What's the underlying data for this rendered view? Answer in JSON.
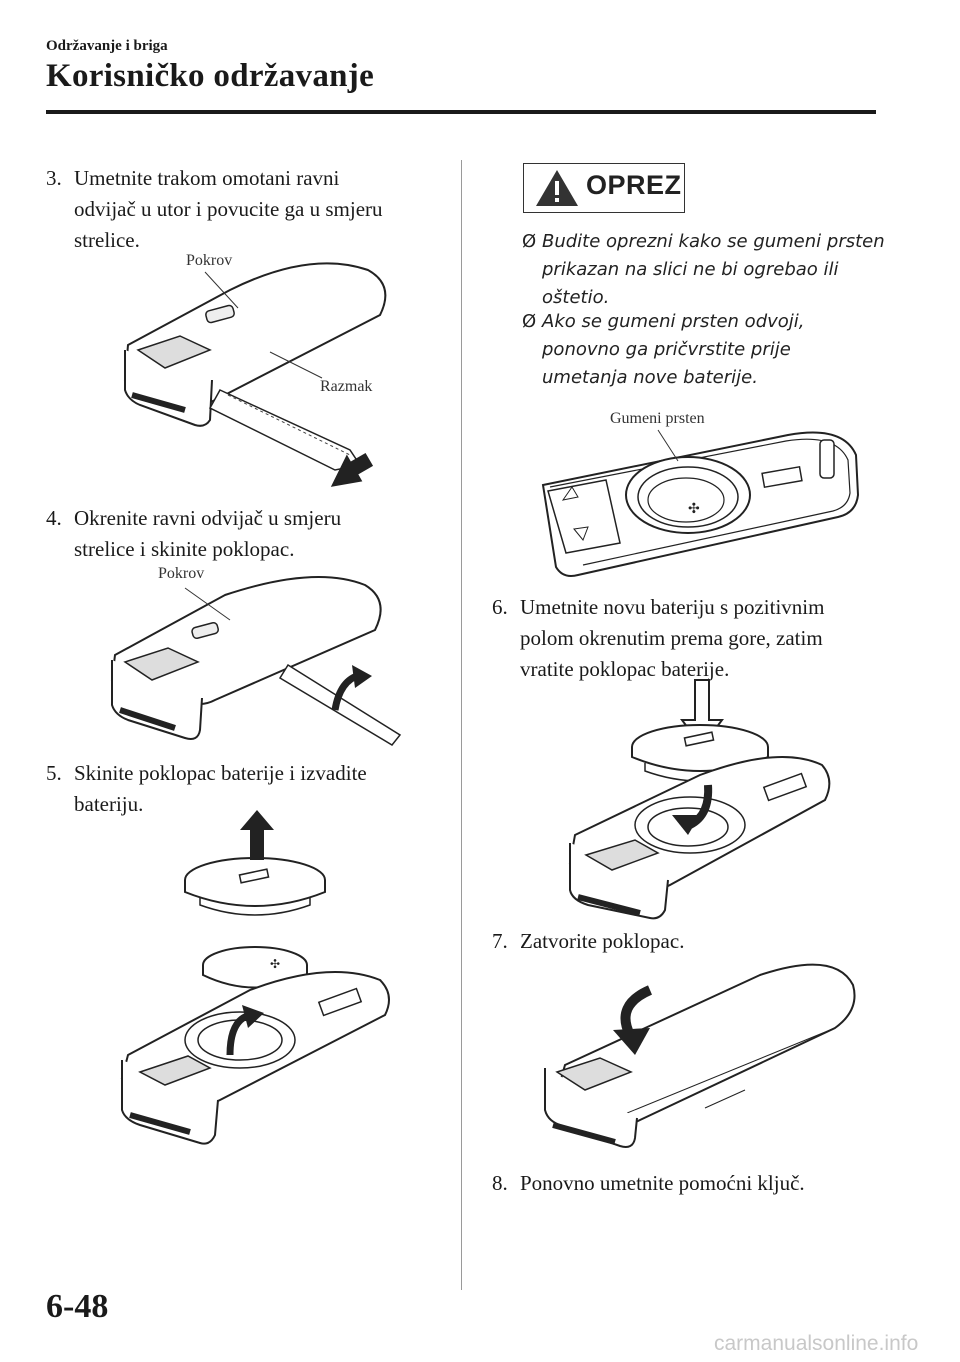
{
  "header": {
    "section": "Održavanje i briga",
    "title": "Korisničko održavanje"
  },
  "steps": [
    {
      "num": "3.",
      "lines": [
        "Umetnite trakom omotani ravni",
        "odvijač u utor i povucite ga u smjeru",
        "strelice."
      ]
    },
    {
      "num": "4.",
      "lines": [
        "Okrenite ravni odvijač u smjeru",
        "strelice i skinite poklopac."
      ]
    },
    {
      "num": "5.",
      "lines": [
        "Skinite poklopac baterije i izvadite",
        "bateriju."
      ]
    },
    {
      "num": "6.",
      "lines": [
        "Umetnite novu bateriju s pozitivnim",
        "polom okrenutim prema gore, zatim",
        "vratite poklopac baterije."
      ]
    },
    {
      "num": "7.",
      "lines": [
        "Zatvorite poklopac."
      ]
    },
    {
      "num": "8.",
      "lines": [
        "Ponovno umetnite pomoćni ključ."
      ]
    }
  ],
  "figures": {
    "fig1": {
      "label_cover": "Pokrov",
      "label_gap": "Razmak"
    },
    "fig2": {
      "label_cover": "Pokrov"
    },
    "fig_ring": {
      "label_ring": "Gumeni prsten"
    }
  },
  "caution": {
    "title": "OPREZ",
    "items": [
      {
        "bullet": "Ø",
        "lines": [
          "Budite oprezni kako se gumeni prsten",
          "prikazan na slici ne bi ogrebao ili",
          "oštetio."
        ]
      },
      {
        "bullet": "Ø",
        "lines": [
          "Ako se gumeni prsten odvoji,",
          "ponovno ga pričvrstite prije",
          "umetanja nove baterije."
        ]
      }
    ]
  },
  "footer": {
    "page_number": "6-48",
    "watermark": "carmanualsonline.info"
  }
}
